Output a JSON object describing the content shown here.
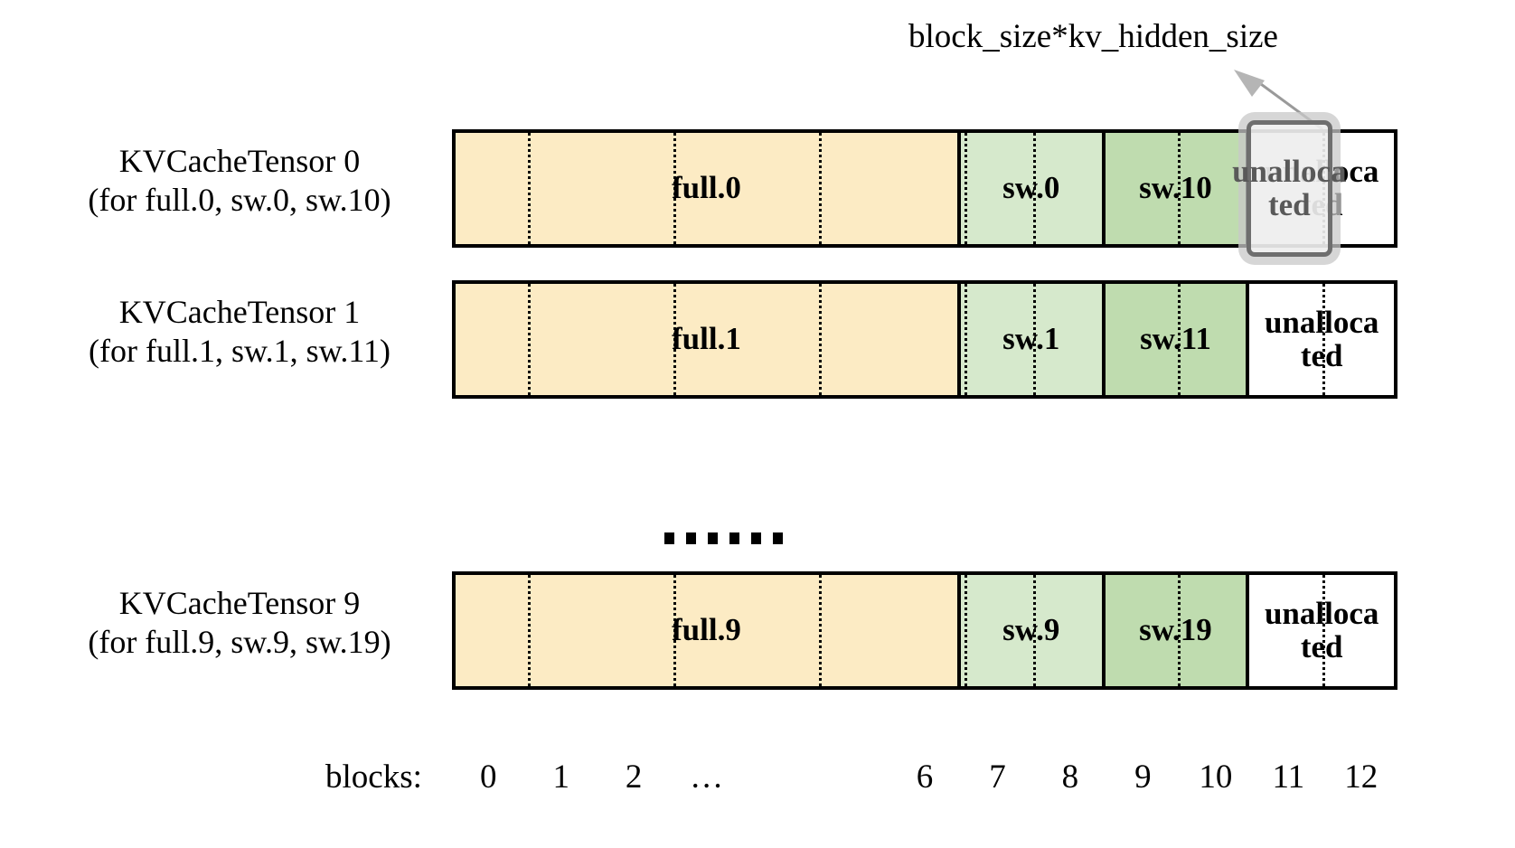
{
  "diagram": {
    "callout": {
      "text": "block_size*kv_hidden_size",
      "arrow_name": "callout-arrow"
    },
    "colors": {
      "full": "#FCEBC4",
      "sliding_window_light": "#D6E9CC",
      "sliding_window_dark": "#BFDCAF",
      "unallocated": "#FFFFFF",
      "border": "#000000",
      "highlight_border": "#6E6E6E",
      "highlight_fill": "#EEEEEE",
      "highlight_text": "#595959",
      "highlight_glow": "#C8C8C8"
    },
    "rows": [
      {
        "label_line1": "KVCacheTensor 0",
        "label_line2": "(for full.0, sw.0, sw.10)",
        "segments": [
          {
            "name": "full",
            "text": "full.0",
            "blocks": 7,
            "fill": "#FCEBC4",
            "dividers": 3
          },
          {
            "name": "sliding-window-a",
            "text": "sw.0",
            "blocks": 2,
            "fill": "#D6E9CC",
            "dividers": 1
          },
          {
            "name": "sliding-window-b",
            "text": "sw.10",
            "blocks": 2,
            "fill": "#BFDCAF",
            "dividers": 1
          },
          {
            "name": "unallocated",
            "text": "unalloca\nted",
            "blocks": 2,
            "fill": "#FFFFFF",
            "dividers": 1
          }
        ],
        "highlight": {
          "text": "unalloca\nted",
          "block_index": 11,
          "block_span": 1
        }
      },
      {
        "label_line1": "KVCacheTensor 1",
        "label_line2": "(for full.1, sw.1, sw.11)",
        "segments": [
          {
            "name": "full",
            "text": "full.1",
            "blocks": 7,
            "fill": "#FCEBC4",
            "dividers": 3
          },
          {
            "name": "sliding-window-a",
            "text": "sw.1",
            "blocks": 2,
            "fill": "#D6E9CC",
            "dividers": 1
          },
          {
            "name": "sliding-window-b",
            "text": "sw.11",
            "blocks": 2,
            "fill": "#BFDCAF",
            "dividers": 1
          },
          {
            "name": "unallocated",
            "text": "unalloca\nted",
            "blocks": 2,
            "fill": "#FFFFFF",
            "dividers": 1
          }
        ],
        "highlight": null
      },
      {
        "label_line1": "KVCacheTensor 9",
        "label_line2": "(for full.9, sw.9, sw.19)",
        "segments": [
          {
            "name": "full",
            "text": "full.9",
            "blocks": 7,
            "fill": "#FCEBC4",
            "dividers": 3
          },
          {
            "name": "sliding-window-a",
            "text": "sw.9",
            "blocks": 2,
            "fill": "#D6E9CC",
            "dividers": 1
          },
          {
            "name": "sliding-window-b",
            "text": "sw.19",
            "blocks": 2,
            "fill": "#BFDCAF",
            "dividers": 1
          },
          {
            "name": "unallocated",
            "text": "unalloca\nted",
            "blocks": 2,
            "fill": "#FFFFFF",
            "dividers": 1
          }
        ],
        "highlight": null
      }
    ],
    "ellipsis": {
      "dots": 6
    },
    "axis": {
      "title": "blocks:",
      "ticks": [
        "0",
        "1",
        "2",
        "…",
        "6",
        "7",
        "8",
        "9",
        "10",
        "11",
        "12"
      ],
      "tick_block_positions": [
        0,
        1,
        2,
        3,
        6,
        7,
        8,
        9,
        10,
        11,
        12
      ],
      "total_blocks": 13
    }
  }
}
